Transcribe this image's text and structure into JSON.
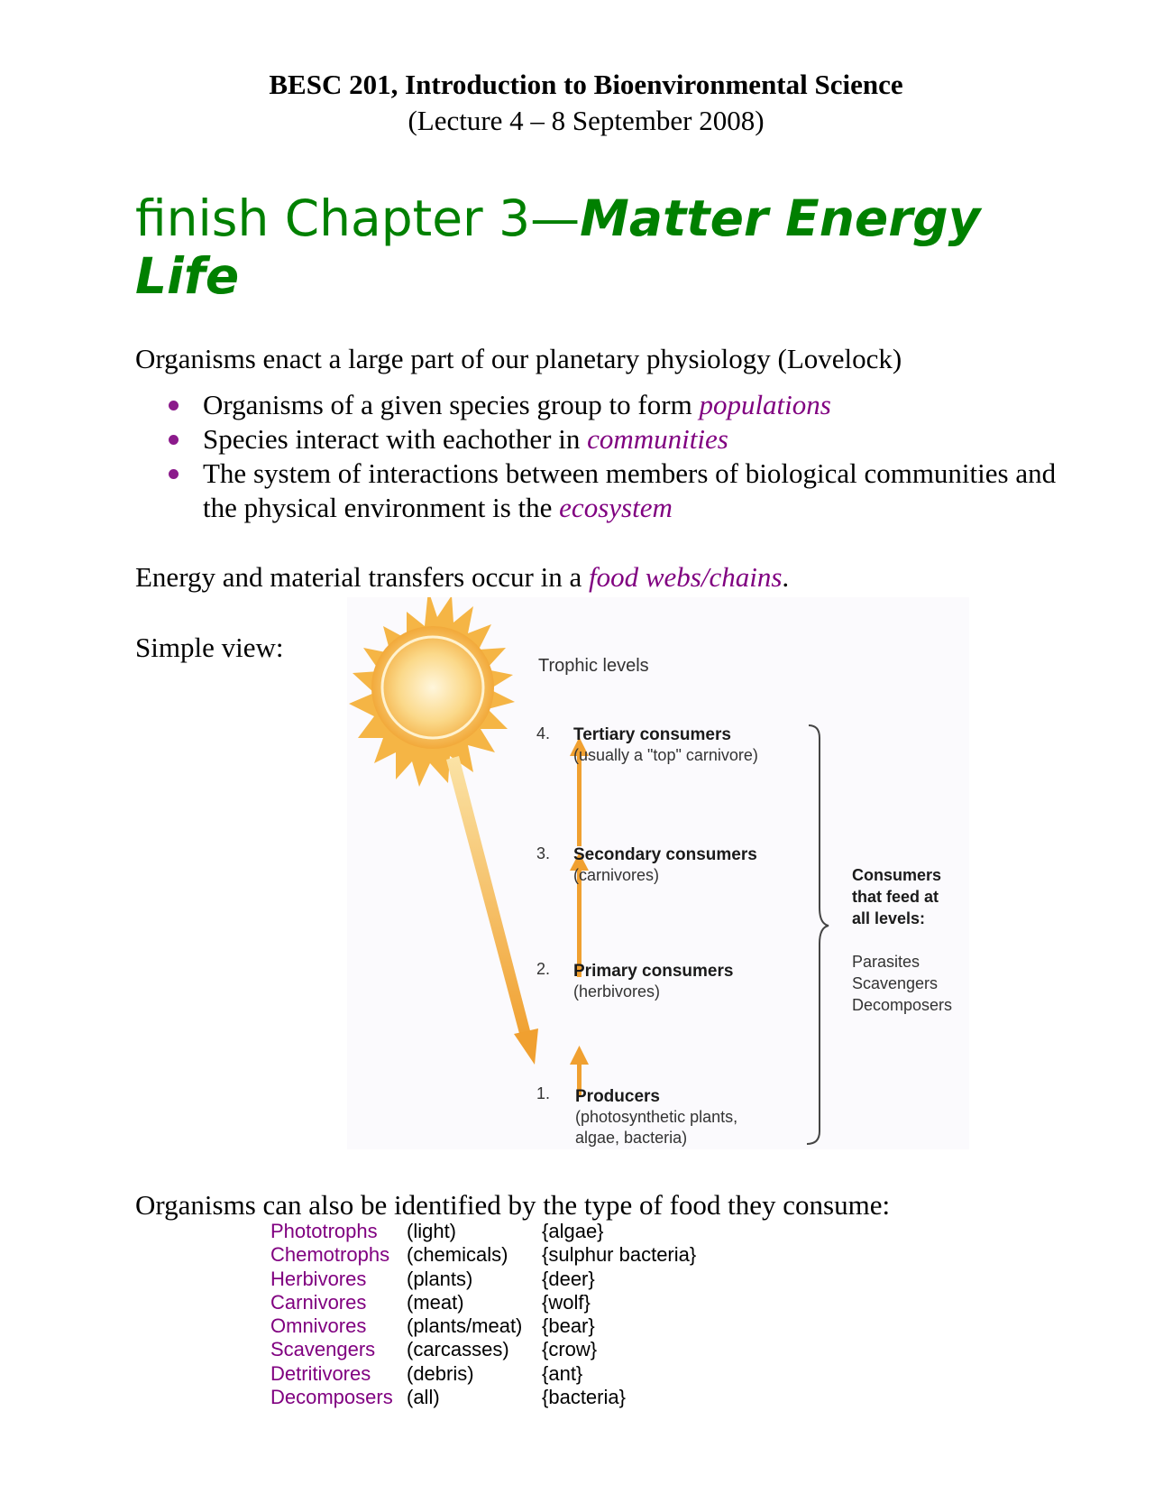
{
  "header": {
    "course": "BESC 201, Introduction to Bioenvironmental Science",
    "lecture": "(Lecture 4 – 8 September 2008)"
  },
  "chapter": {
    "prefix": "finish Chapter 3—",
    "emphasis": "Matter Energy Life"
  },
  "intro": {
    "text": "Organisms enact a large part of our planetary physiology (Lovelock)",
    "bullets": [
      {
        "text": "Organisms of a given species group to form ",
        "term": "populations"
      },
      {
        "text": "Species interact with eachother in ",
        "term": "communities"
      },
      {
        "text": "The system of interactions between members of biological communities and the physical environment is the ",
        "term": "ecosystem"
      }
    ]
  },
  "energy": {
    "text": "Energy and material transfers occur in a ",
    "term": "food webs/chains",
    "end": "."
  },
  "simple_view": "Simple view:",
  "diagram": {
    "heading": "Trophic levels",
    "levels": [
      {
        "num": "4.",
        "name": "Tertiary consumers",
        "desc": "(usually a \"top\" carnivore)"
      },
      {
        "num": "3.",
        "name": "Secondary consumers",
        "desc": "(carnivores)"
      },
      {
        "num": "2.",
        "name": "Primary consumers",
        "desc": "(herbivores)"
      },
      {
        "num": "1.",
        "name": "Producers",
        "desc": "(photosynthetic plants,",
        "desc2": "algae, bacteria)"
      }
    ],
    "side_title": [
      "Consumers",
      "that feed at",
      "all levels:"
    ],
    "side_items": [
      "Parasites",
      "Scavengers",
      "Decomposers"
    ],
    "colors": {
      "arrow": "#f0a030",
      "sun": "#f5b545"
    }
  },
  "food_types": {
    "intro": "Organisms can also be identified by the type of food they consume:",
    "rows": [
      {
        "type": "Phototrophs",
        "source": "(light)",
        "example": "{algae}"
      },
      {
        "type": "Chemotrophs",
        "source": "(chemicals)",
        "example": "{sulphur bacteria}"
      },
      {
        "type": "Herbivores",
        "source": "(plants)",
        "example": "{deer}"
      },
      {
        "type": "Carnivores",
        "source": "(meat)",
        "example": "{wolf}"
      },
      {
        "type": "Omnivores",
        "source": "(plants/meat)",
        "example": "{bear}"
      },
      {
        "type": "Scavengers",
        "source": "(carcasses)",
        "example": "{crow}"
      },
      {
        "type": "Detritivores",
        "source": "(debris)",
        "example": "{ant}"
      },
      {
        "type": "Decomposers",
        "source": "(all)",
        "example": "{bacteria}"
      }
    ]
  }
}
